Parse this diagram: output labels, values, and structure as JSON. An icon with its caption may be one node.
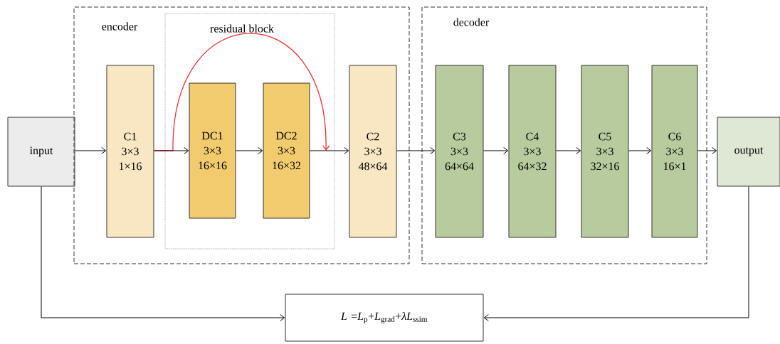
{
  "diagram": {
    "nodes": [
      {
        "text": [
          "input"
        ]
      },
      {
        "text": [
          "encoder"
        ]
      },
      {
        "text": [
          "residual block"
        ],
        "in": 1
      },
      {
        "text": [
          "C1 3×3 1×16"
        ],
        "in": 1
      },
      {
        "text": [
          "DC1 3×3 16×16"
        ],
        "in": 2
      },
      {
        "text": [
          "DC2 3×3 16×32"
        ],
        "in": 2
      },
      {
        "text": [
          "C2 3×3 48×64"
        ],
        "in": 1
      },
      {
        "text": [
          "decoder"
        ]
      },
      {
        "text": [
          "C3 3×3 64×64"
        ],
        "in": 7
      },
      {
        "text": [
          "C4 3×3 64×32"
        ],
        "in": 7
      },
      {
        "text": [
          "C5 3×3 32×16"
        ],
        "in": 7
      },
      {
        "text": [
          "C6 3×3 16×1"
        ],
        "in": 7
      },
      {
        "text": [
          "output"
        ]
      },
      {
        "text": [
          "*L* =*L*$_{p}$+*L*$_{grad}$+*λL*$_{ssim}$"
        ]
      }
    ],
    "edges": [
      {
        "from": 0,
        "to": 3,
        "arrow": "to"
      },
      {
        "from": 3,
        "to": 4,
        "arrow": "to"
      },
      {
        "from": 4,
        "to": 5,
        "arrow": "to"
      },
      {
        "from": 5,
        "to": 6,
        "arrow": "to"
      },
      {
        "from": 6,
        "to": 8,
        "arrow": "to"
      },
      {
        "from": 8,
        "to": 9,
        "arrow": "to"
      },
      {
        "from": 9,
        "to": 10,
        "arrow": "to"
      },
      {
        "from": 10,
        "to": 11,
        "arrow": "to"
      },
      {
        "from": 11,
        "to": 12,
        "arrow": "to"
      },
      {
        "from": 0,
        "to": 13,
        "arrow": "to"
      },
      {
        "from": 12,
        "to": 13,
        "arrow": "to"
      },
      {
        "from": 3,
        "to": 2,
        "arrow": "to",
        "color": "#ee3333"
      }
    ]
  }
}
